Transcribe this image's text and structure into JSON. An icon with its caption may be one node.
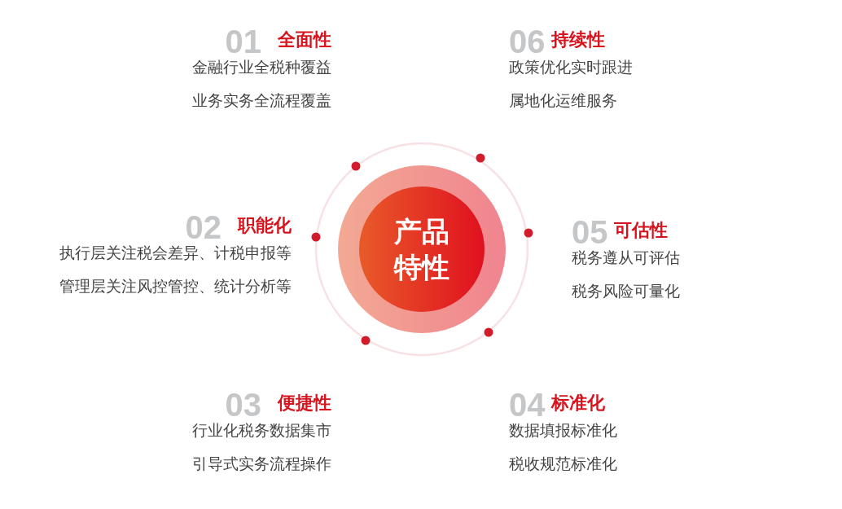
{
  "diagram": {
    "nodes": [
      {
        "text": [
          "产品特性"
        ]
      }
    ],
    "labels": [
      "01",
      "全面性",
      "金融行业全税种覆益",
      "业务实务全流程覆盖",
      "06",
      "持续性",
      "政策优化实时跟进",
      "属地化运维服务",
      "02",
      "职能化",
      "执行层关注税会差异、计税申报等",
      "管理层关注风控管控、统计分析等",
      "05",
      "可估性",
      "税务遵从可评估",
      "税务风险可量化",
      "03",
      "便捷性",
      "行业化税务数据集市",
      "引导式实务流程操作",
      "04",
      "标准化",
      "数据填报标准化",
      "税收规范标准化"
    ]
  }
}
